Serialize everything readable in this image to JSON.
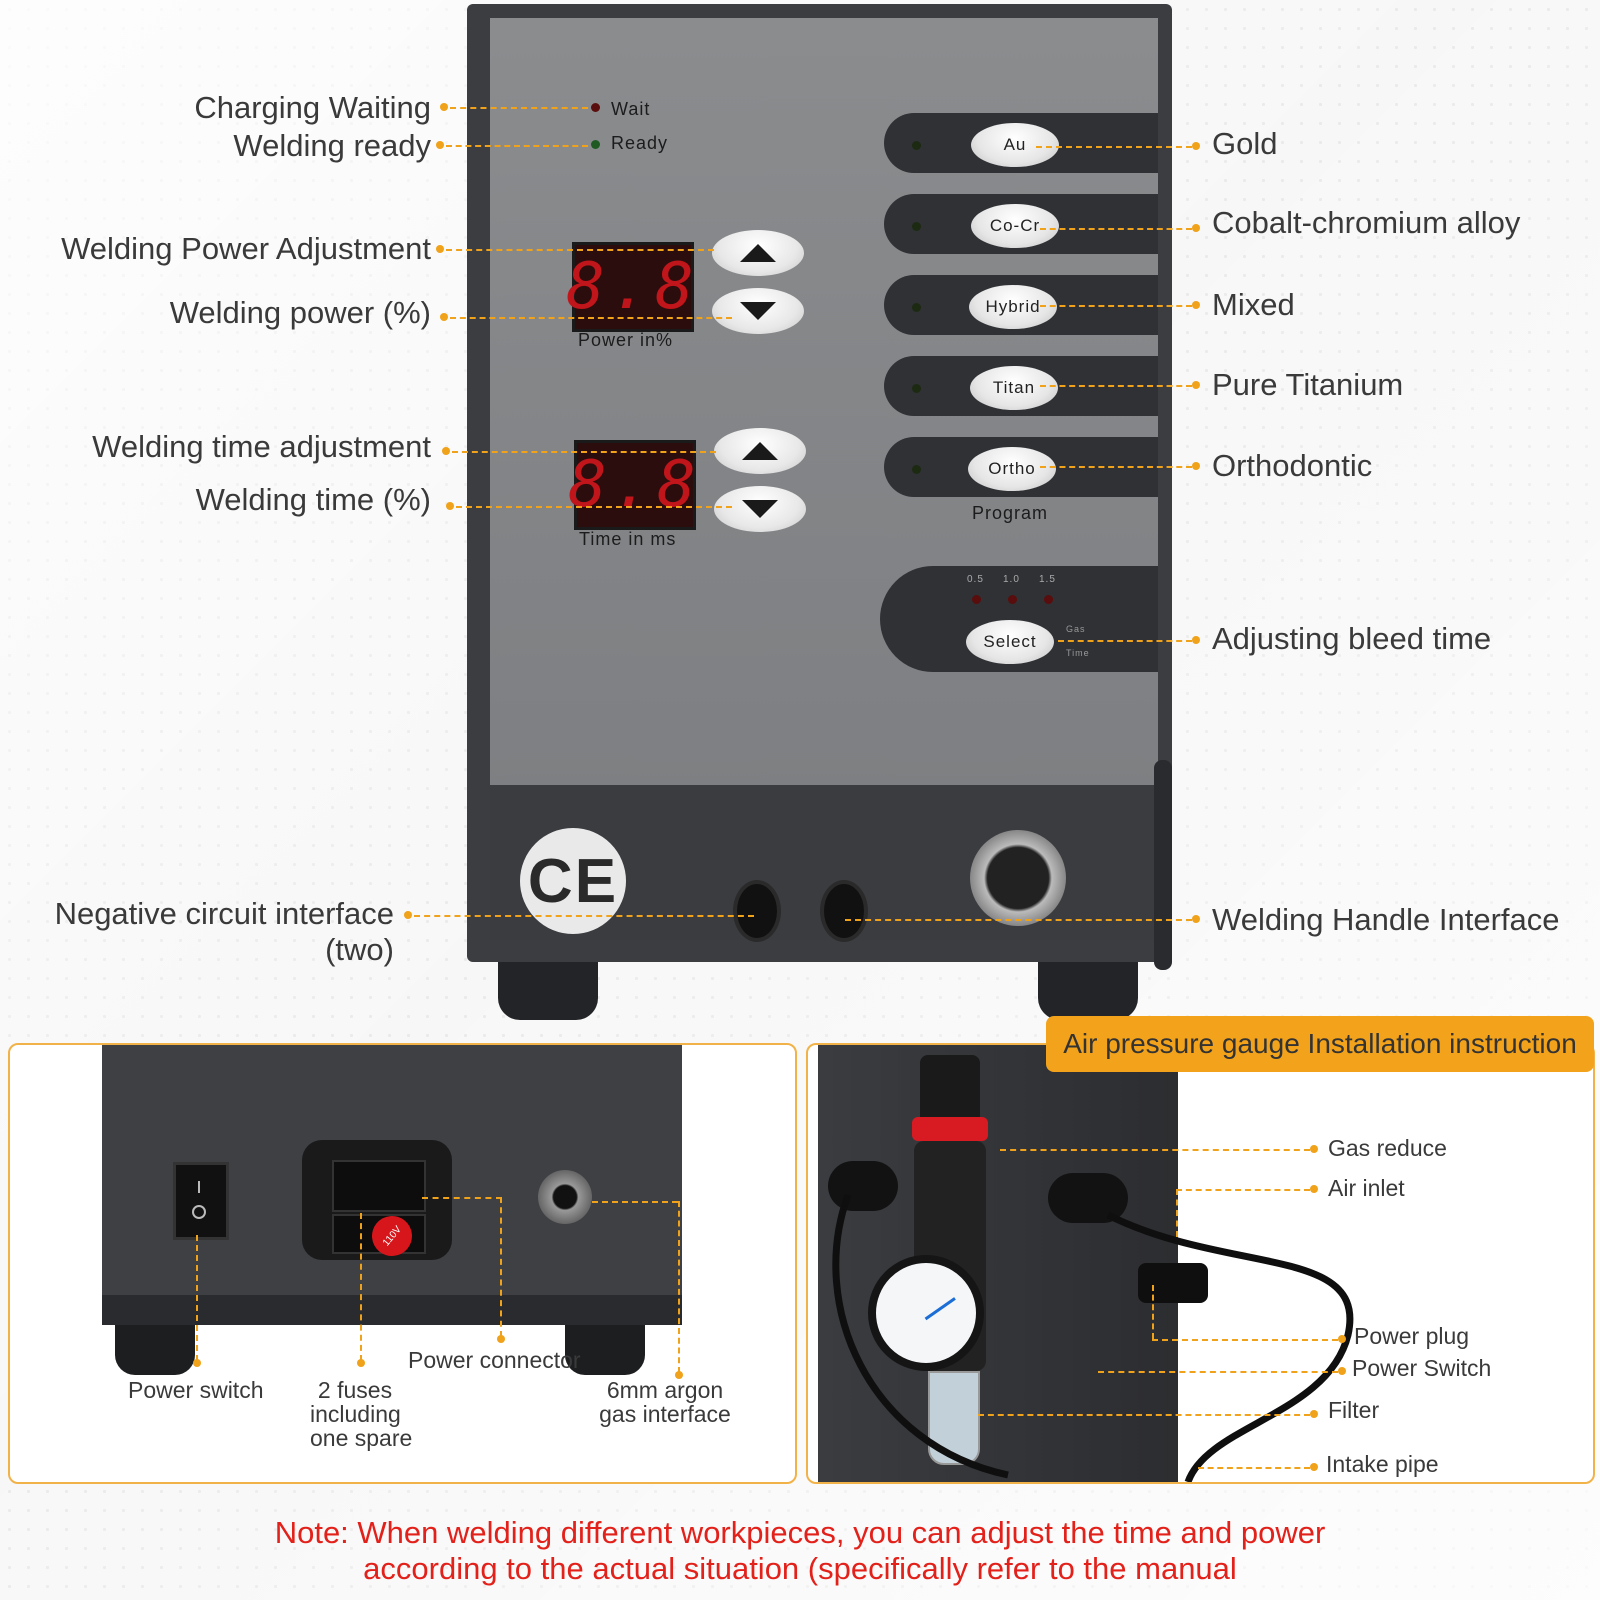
{
  "front_labels": {
    "charging_waiting": "Charging Waiting",
    "welding_ready": "Welding ready",
    "power_adjustment": "Welding Power Adjustment",
    "power_percent": "Welding power (%)",
    "time_adjustment": "Welding time adjustment",
    "time_percent": "Welding time (%)",
    "negative_circuit": "Negative circuit interface",
    "negative_circuit_2": "(two)",
    "gold": "Gold",
    "cobalt": "Cobalt-chromium alloy",
    "mixed": "Mixed",
    "titanium": "Pure Titanium",
    "orthodontic": "Orthodontic",
    "bleed_time": "Adjusting bleed time",
    "handle_interface": "Welding Handle Interface"
  },
  "panel": {
    "wait": "Wait",
    "ready": "Ready",
    "power_display": "8.8",
    "power_unit": "Power   in%",
    "time_display": "8.8",
    "time_unit": "Time  in  ms",
    "programs": [
      "Au",
      "Co-Cr",
      "Hybrid",
      "Titan",
      "Ortho"
    ],
    "program_label": "Program",
    "bleed_options": [
      "0.5",
      "1.0",
      "1.5"
    ],
    "select": "Select",
    "gas_label": "Gas",
    "time_label": "Time",
    "ce_mark": "CE"
  },
  "rear_labels": {
    "power_switch": "Power switch",
    "fuses": [
      "2 fuses",
      "including",
      "one spare"
    ],
    "power_connector": "Power connector",
    "argon": [
      "6mm argon",
      "gas interface"
    ],
    "voltage_badge": "110V"
  },
  "gauge_panel": {
    "title": "Air pressure gauge Installation instruction",
    "gas_reduce": "Gas reduce",
    "air_inlet": "Air inlet",
    "power_plug": "Power plug",
    "power_switch": "Power Switch",
    "filter": "Filter",
    "intake_pipe": "Intake pipe"
  },
  "note": {
    "line1": "Note: When welding different workpieces, you can adjust the time and power",
    "line2": "according to the actual situation (specifically refer to the manual"
  },
  "colors": {
    "accent": "#f0a21b",
    "note_red": "#e3211b",
    "led_red": "#c0151a"
  }
}
